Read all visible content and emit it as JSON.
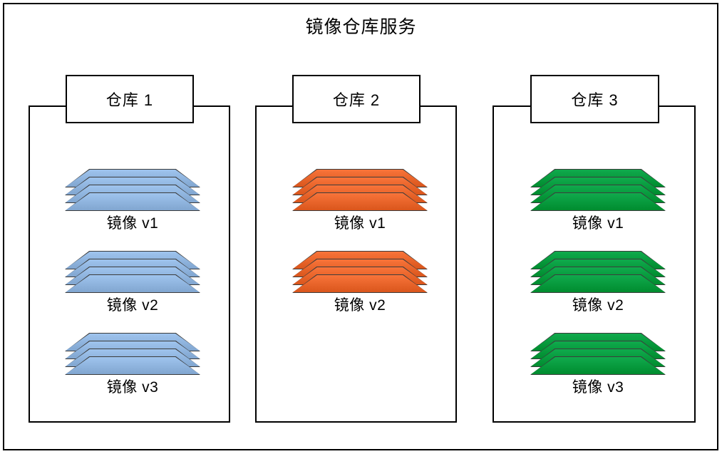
{
  "diagram": {
    "title": "镜像仓库服务",
    "background_color": "#ffffff",
    "border_color": "#000000"
  },
  "repositories": [
    {
      "name": "仓库 1",
      "accent_color": "#8FB4DE",
      "images": [
        {
          "label": "镜像 v1",
          "layers": 4
        },
        {
          "label": "镜像 v2",
          "layers": 4
        },
        {
          "label": "镜像 v3",
          "layers": 4
        }
      ]
    },
    {
      "name": "仓库 2",
      "accent_color": "#E8642A",
      "images": [
        {
          "label": "镜像 v1",
          "layers": 4
        },
        {
          "label": "镜像 v2",
          "layers": 4
        }
      ]
    },
    {
      "name": "仓库 3",
      "accent_color": "#009A3D",
      "images": [
        {
          "label": "镜像 v1",
          "layers": 4
        },
        {
          "label": "镜像 v2",
          "layers": 4
        },
        {
          "label": "镜像 v3",
          "layers": 4
        }
      ]
    }
  ]
}
